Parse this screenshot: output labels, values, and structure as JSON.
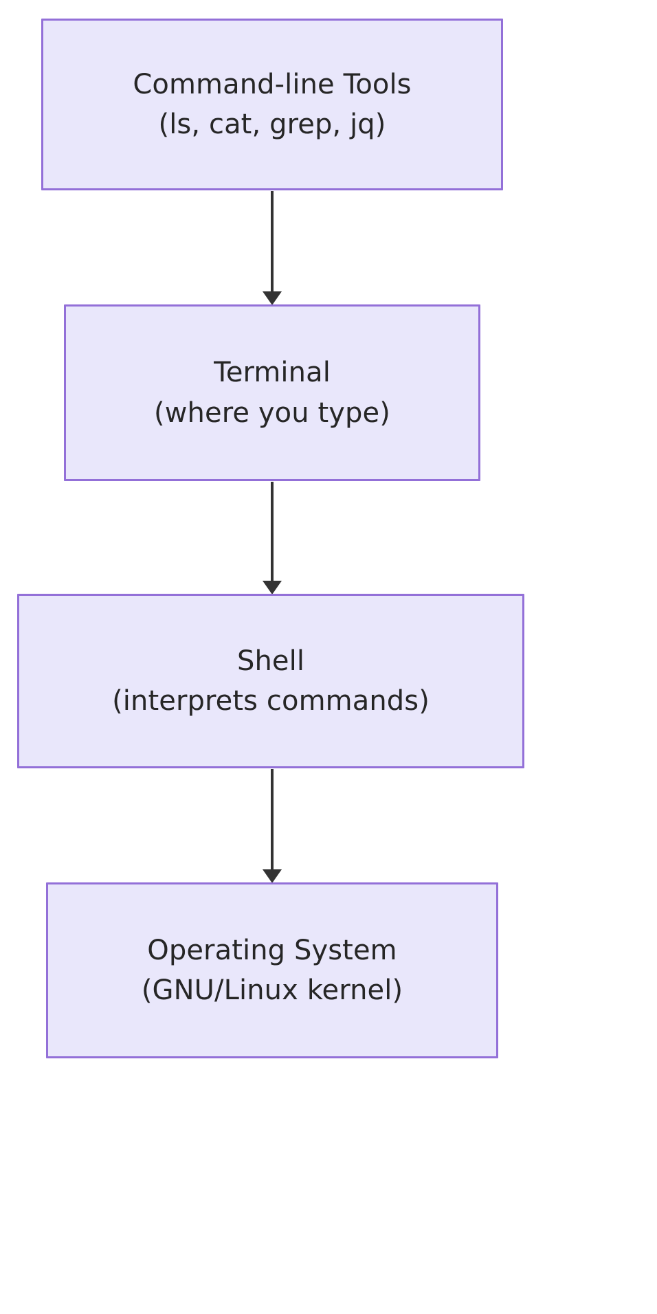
{
  "diagram": {
    "type": "flowchart",
    "direction": "top-to-bottom",
    "title": "",
    "theme": {
      "node_fill": "#e9e7fb",
      "node_border": "#9370d8",
      "node_text": "#262626",
      "edge_color": "#333333",
      "background": "#ffffff"
    },
    "nodes": [
      {
        "id": "tools",
        "line1": "Command-line Tools",
        "line2": "(ls, cat, grep, jq)"
      },
      {
        "id": "terminal",
        "line1": "Terminal",
        "line2": "(where you type)"
      },
      {
        "id": "shell",
        "line1": "Shell",
        "line2": "(interprets commands)"
      },
      {
        "id": "os",
        "line1": "Operating System",
        "line2": "(GNU/Linux kernel)"
      }
    ],
    "edges": [
      {
        "id": "edge-tools-terminal",
        "from": "tools",
        "to": "terminal",
        "label": "",
        "arrow": "arrow-head-down-icon"
      },
      {
        "id": "edge-terminal-shell",
        "from": "terminal",
        "to": "shell",
        "label": "",
        "arrow": "arrow-head-down-icon"
      },
      {
        "id": "edge-shell-os",
        "from": "shell",
        "to": "os",
        "label": "",
        "arrow": "arrow-head-down-icon"
      }
    ]
  }
}
